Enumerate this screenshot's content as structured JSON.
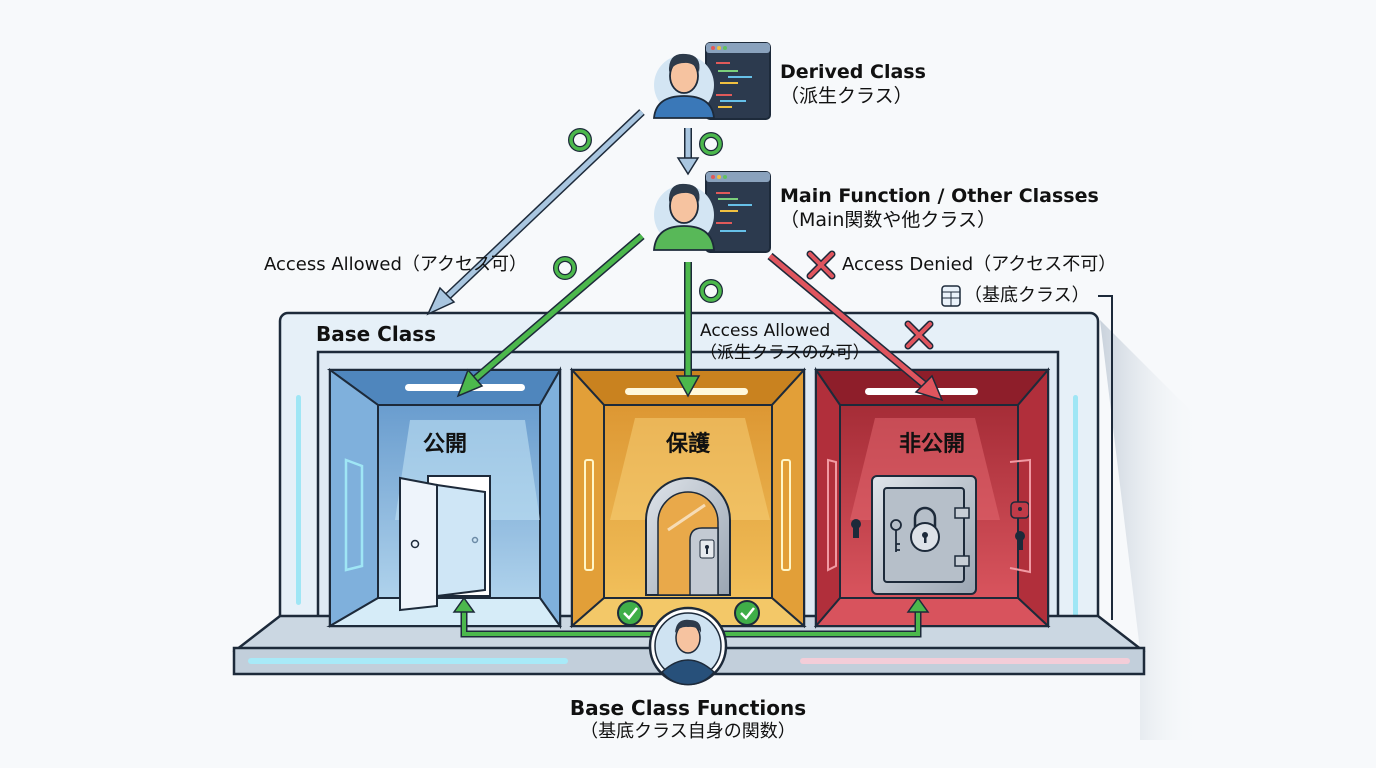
{
  "title": "Access Modifiers: Public / Protected / Private",
  "actors": {
    "derived": {
      "name": "Derived Class",
      "sub": "（派生クラス）"
    },
    "main": {
      "name": "Main Function / Other Classes",
      "sub": "（Main関数や他クラス）"
    },
    "self": {
      "name": "Base Class Functions",
      "sub": "（基底クラス自身の関数）"
    }
  },
  "labels": {
    "access_allowed": "Access Allowed（アクセス可）",
    "access_denied": "Access Denied（アクセス不可）",
    "base_class_note": "（基底クラス）",
    "base_class": "Base Class",
    "protected_allowed": "Access Allowed",
    "protected_allowed_sub": "（派生クラスのみ可）"
  },
  "rooms": [
    {
      "name": "公開",
      "kind": "public",
      "color": "#6fa3d6"
    },
    {
      "name": "保護",
      "kind": "protected",
      "color": "#e7a842"
    },
    {
      "name": "非公開",
      "kind": "private",
      "color": "#c13b48"
    }
  ],
  "colors": {
    "allowed": "#4cb84c",
    "denied": "#e0555e",
    "derived_arrow": "#a9c6e0",
    "outline": "#1d2a3a"
  }
}
